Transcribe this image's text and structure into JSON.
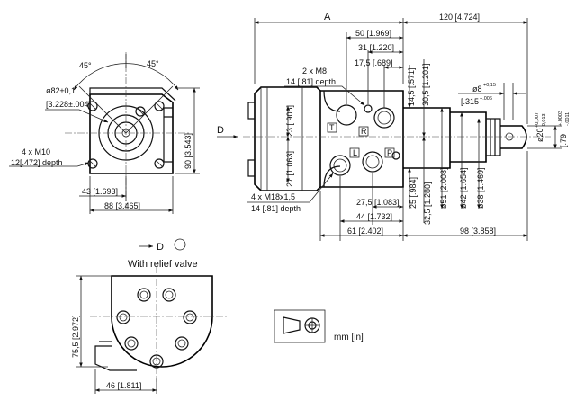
{
  "front_view": {
    "angle_left": "45°",
    "angle_right": "45°",
    "pilot_dia": "ø82±0,1",
    "pilot_dia_in": "[3.228±.004]",
    "mount_threads": "4 x M10",
    "mount_depth": "12[.472] depth",
    "height": "90 [3.543]",
    "half_width": "43 [1.693]",
    "width": "88 [3.465]"
  },
  "side_view": {
    "dim_A": "A",
    "dim_120": "120 [4.724]",
    "dim_50": "50 [1.969]",
    "dim_31": "31 [1.220]",
    "dim_17_5": "17,5 [.689]",
    "m8_threads": "2 x M8",
    "m8_depth": "14 [.81] depth",
    "dim_14_5": "14,5 [.571]",
    "dim_30_5": "30,5 [1.201]",
    "dim_23": "23 [.906]",
    "dim_27": "27 [1.063]",
    "dim_25": "25 [.984]",
    "dim_32_5": "32,5 [1.280]",
    "dim_51": "ø51 [2.008]",
    "dim_42": "ø42 [1.654]",
    "dim_38": "ø38 [1.469]",
    "dim_27_5": "27,5 [1.083]",
    "dim_44": "44 [1.732]",
    "dim_61": "61 [2.402]",
    "dim_98": "98 [3.858]",
    "port_threads": "4 x M18x1,5",
    "port_depth": "14 [.81] depth",
    "key_width": "ø8",
    "key_tol": "+0,15",
    "key_width_in": "[.315",
    "key_tol_in": "+.006",
    "shaft_dia": "ø20",
    "shaft_tol_upper": "+0,007",
    "shaft_tol_lower": "-0,013",
    "shaft_in": "[.79",
    "shaft_tol_in_upper": "+.0003",
    "shaft_tol_in_lower": "-.0011",
    "view_arrow_label": "D",
    "port_T": "T",
    "port_R": "R",
    "port_L": "L",
    "port_P": "P"
  },
  "bottom_view": {
    "view_label": "D",
    "title": "With relief valve",
    "height": "75,5 [2.972]",
    "width": "46 [1.811]"
  },
  "legend": {
    "units": "mm [in]"
  }
}
